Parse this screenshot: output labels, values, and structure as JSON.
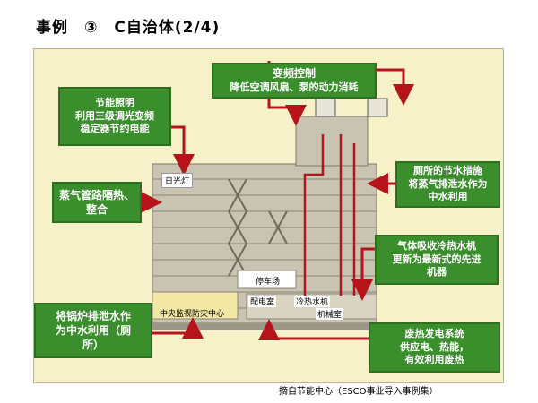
{
  "title": "事例　③　C自治体(2/4)",
  "source": "摘自节能中心（ESCO事业导入事例集）",
  "colors": {
    "box_green": "#3a8e2c",
    "arrow_red": "#b5141b",
    "frame_bg": "#f6f1c8",
    "building": "#a9a395"
  },
  "boxes": {
    "inverter": {
      "line1": "变频控制",
      "line2": "降低空调风扇、泵的动力消耗"
    },
    "lighting": {
      "line1": "节能照明",
      "line2": "利用三级调光变频",
      "line3": "稳定器节约电能"
    },
    "steam": {
      "line1": "蒸气管路隔热、",
      "line2": "整合"
    },
    "toilet": {
      "line1": "厕所的节水措施",
      "line2": "将蒸气排泄水作为",
      "line3": "中水利用"
    },
    "chiller": {
      "line1": "气体吸收冷热水机",
      "line2": "更新为最新式的先进",
      "line3": "机器"
    },
    "boiler": {
      "line1": "将锅炉排泄水作",
      "line2": "为中水利用（厕",
      "line3": "所）"
    },
    "waste_heat": {
      "line1": "废热发电系统",
      "line2": "供应电、热能，",
      "line3": "有效利用废热"
    }
  },
  "labels": {
    "fluorescent": "日光灯",
    "parking": "停车场",
    "monitoring": "中央监视防灾中心",
    "substation": "配电室",
    "chiller_room": "冷热水机",
    "machine_room": "机械室"
  }
}
